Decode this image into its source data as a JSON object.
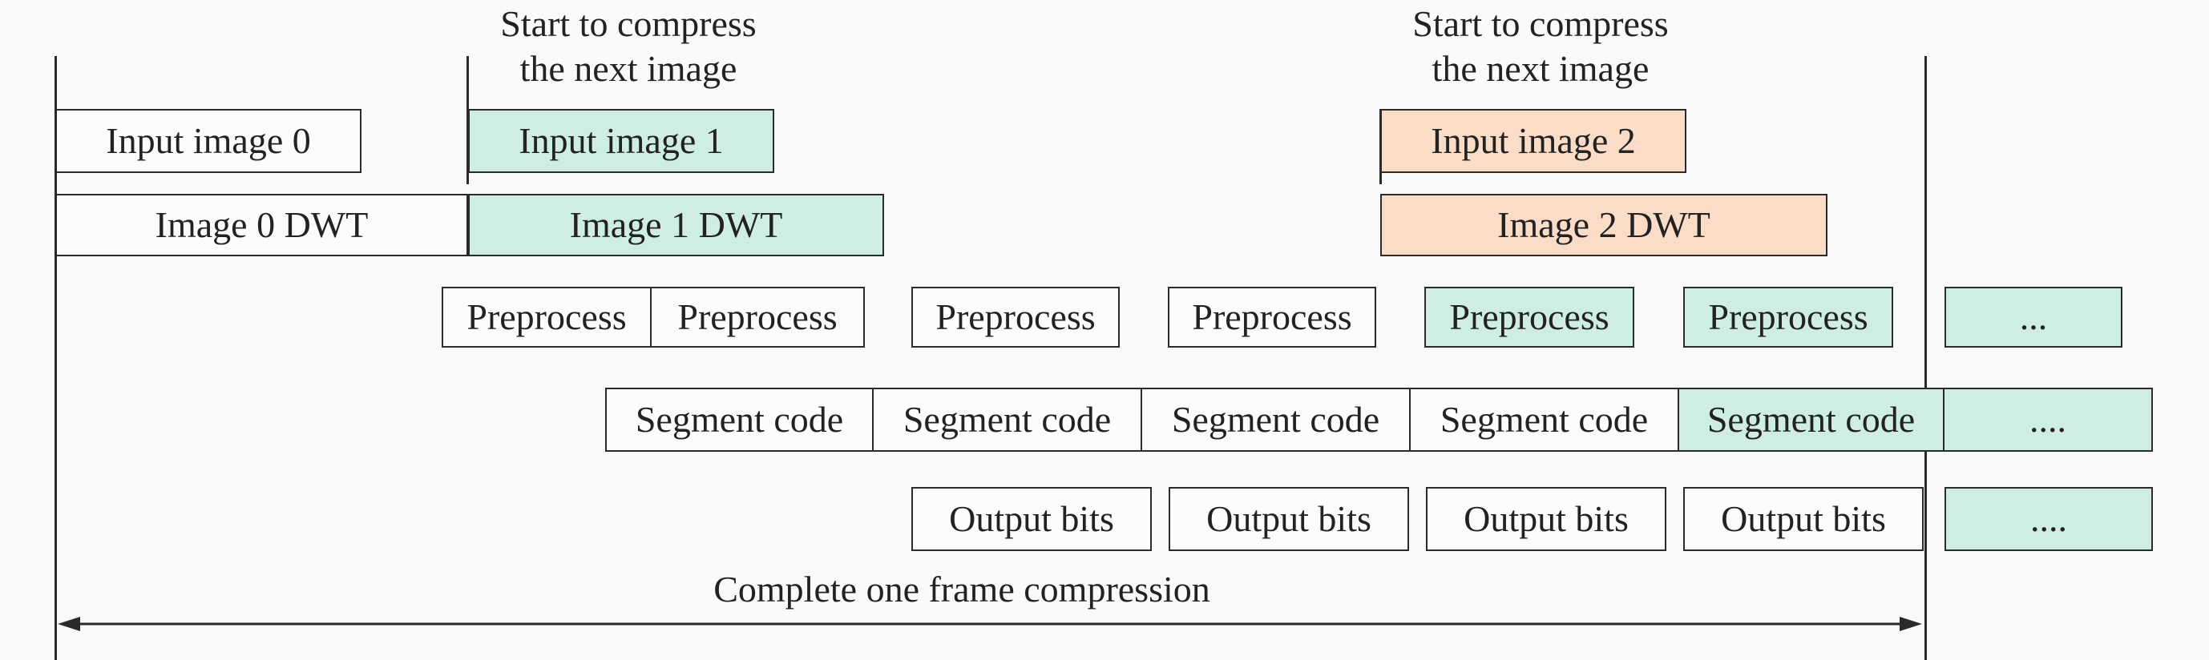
{
  "annotations": {
    "start_1": [
      "Start to compress",
      "the next image"
    ],
    "start_2": [
      "Start to compress",
      "the next image"
    ],
    "complete": "Complete one frame compression"
  },
  "rows": {
    "input": [
      "Input image 0",
      "Input image 1",
      "Input image 2"
    ],
    "dwt": [
      "Image 0 DWT",
      "Image 1 DWT",
      "Image 2 DWT"
    ],
    "preprocess": [
      "Preprocess",
      "Preprocess",
      "Preprocess",
      "Preprocess",
      "Preprocess",
      "Preprocess",
      "..."
    ],
    "segment": [
      "Segment code",
      "Segment code",
      "Segment code",
      "Segment code",
      "Segment code",
      "...."
    ],
    "output": [
      "Output bits",
      "Output bits",
      "Output bits",
      "Output bits",
      "...."
    ]
  },
  "colors": {
    "image_1": "#cdeee0",
    "image_2": "#fbdcc7",
    "line": "#2a2a2a"
  }
}
